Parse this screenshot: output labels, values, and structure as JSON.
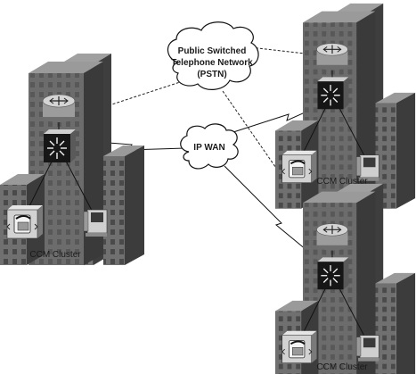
{
  "diagram": {
    "clouds": {
      "pstn": {
        "lines": [
          "Public Switched",
          "Telephone Network",
          "(PSTN)"
        ]
      },
      "wan": {
        "label": "IP WAN"
      }
    },
    "sites": [
      {
        "id": "left",
        "label": "CCM Cluster"
      },
      {
        "id": "top-right",
        "label": "CCM Cluster"
      },
      {
        "id": "bottom-right",
        "label": "CCM Cluster"
      }
    ],
    "colors": {
      "building_front": "#707070",
      "building_side": "#3c3c3c",
      "building_top": "#9a9a9a",
      "window": "#4a4a4a",
      "switch_body": "#161616",
      "router_body": "#a8a8a8",
      "server_body": "#d2d2d2",
      "phone_body": "#cfcfcf"
    }
  }
}
